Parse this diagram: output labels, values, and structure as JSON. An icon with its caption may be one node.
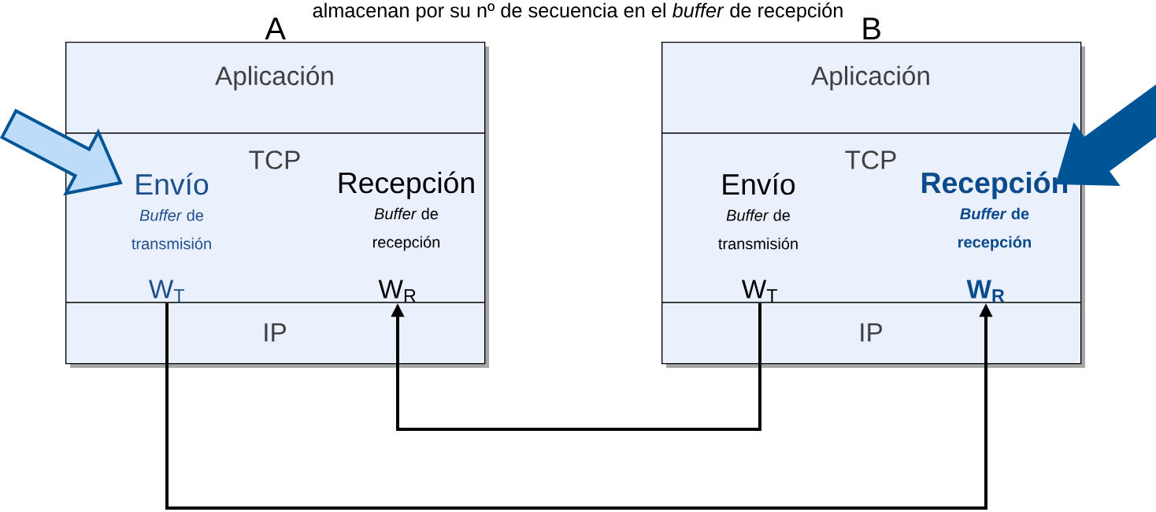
{
  "diagram": {
    "nodes": [
      {
        "text": [
          "A"
        ]
      },
      {
        "text": [
          "Aplicación"
        ],
        "in": 0
      },
      {
        "text": [
          "TCP"
        ],
        "in": 0
      },
      {
        "text": [
          "Envío",
          "*Buffer* de transmisión"
        ],
        "in": 0
      },
      {
        "text": [
          "Recepción",
          "*Buffer* de recepción"
        ],
        "in": 0
      },
      {
        "text": [
          "W$_{T}$"
        ],
        "in": 0
      },
      {
        "text": [
          "W$_{R}$"
        ],
        "in": 0
      },
      {
        "text": [
          "IP"
        ],
        "in": 0
      },
      {
        "text": [
          "B"
        ]
      },
      {
        "text": [
          "Aplicación"
        ],
        "in": 8
      },
      {
        "text": [
          "TCP"
        ],
        "in": 8
      },
      {
        "text": [
          "Envío",
          "*Buffer* de transmisión"
        ],
        "in": 8
      },
      {
        "text": [
          "Recepción",
          "*Buffer* de recepción"
        ],
        "in": 8
      },
      {
        "text": [
          "W$_{T}$"
        ],
        "in": 8
      },
      {
        "text": [
          "W$_{R}$"
        ],
        "in": 8
      },
      {
        "text": [
          "IP"
        ],
        "in": 8
      }
    ],
    "edges": [
      {
        "from": 5,
        "to": 14,
        "arrow": "to"
      },
      {
        "from": 13,
        "to": 6,
        "arrow": "to"
      },
      {
        "from": null,
        "to": 3,
        "arrow": "to",
        "color": "#bddcfa"
      },
      {
        "from": null,
        "to": 12,
        "arrow": "to",
        "color": "#005596"
      }
    ],
    "labels": [
      "almacenan por su nº de secuencia en el *buffer* de recepción"
    ]
  }
}
